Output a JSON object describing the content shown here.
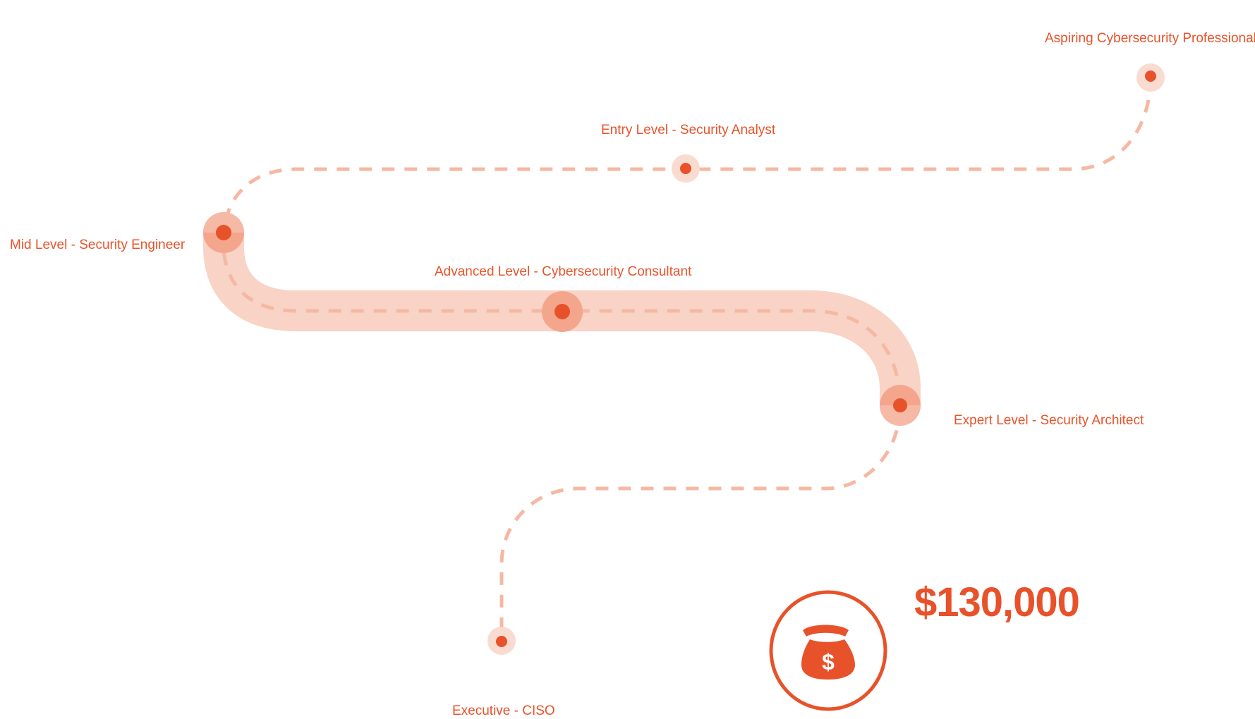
{
  "colors": {
    "accent": "#e8522a",
    "path_dash": "#f5b8a3",
    "band": "#f8d3c6",
    "halo_light": "#fadbd0",
    "halo_active": "#f4a68c"
  },
  "stages": [
    {
      "label": "Aspiring Cybersecurity Professional",
      "active": false
    },
    {
      "label": "Entry Level - Security Analyst",
      "active": false
    },
    {
      "label": "Mid Level - Security Engineer",
      "active": true
    },
    {
      "label": "Advanced Level - Cybersecurity Consultant",
      "active": true
    },
    {
      "label": "Expert Level - Security Architect",
      "active": true
    },
    {
      "label": "Executive - CISO",
      "active": false
    }
  ],
  "salary": {
    "icon": "money-bag-icon",
    "amount": "$130,000"
  }
}
